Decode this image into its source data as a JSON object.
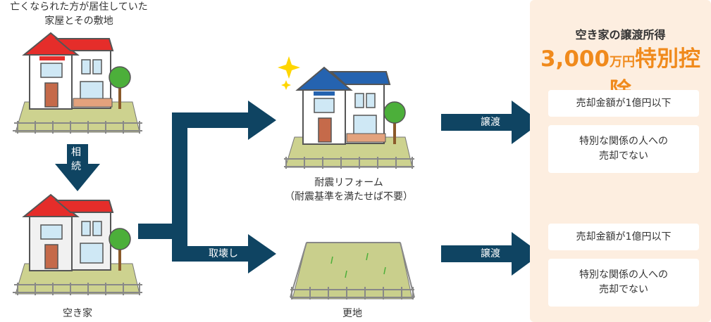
{
  "top_left": {
    "caption_line1": "亡くなられた方が居住していた",
    "caption_line2": "家屋とその敷地"
  },
  "inherit_arrow": {
    "line1": "相",
    "line2": "続"
  },
  "vacant_house": {
    "caption": "空き家"
  },
  "renovated": {
    "caption_line1": "耐震リフォーム",
    "caption_line2": "（耐震基準を満たせば不要）"
  },
  "demolish_arrow": {
    "label": "取壊し"
  },
  "vacant_land": {
    "caption": "更地"
  },
  "transfer_arrow_top": {
    "label": "譲渡"
  },
  "transfer_arrow_bottom": {
    "label": "譲渡"
  },
  "panel": {
    "title_line1": "空き家の譲渡所得",
    "title_number": "3,000",
    "title_unit": "万円",
    "title_rest": "特別控除",
    "conditions_top": [
      "売却金額が1億円以下",
      "特別な関係の人への\n売却でない"
    ],
    "conditions_bottom": [
      "売却金額が1億円以下",
      "特別な関係の人への\n売却でない"
    ]
  },
  "colors": {
    "arrow": "#0f4462",
    "accent": "#f08a1c",
    "panel_bg": "#fdeee0",
    "roof_red": "#e52d2a",
    "roof_blue": "#2563b0",
    "grass": "#c9cf8c"
  }
}
